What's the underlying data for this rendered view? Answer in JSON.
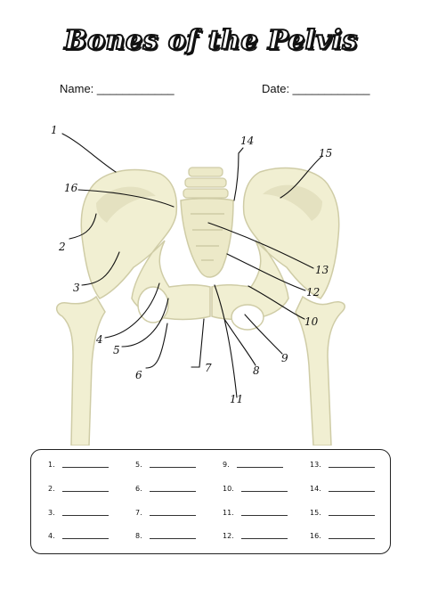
{
  "title": "Bones of the Pelvis",
  "name_label": "Name: ____________",
  "date_label": "Date: ____________",
  "colors": {
    "bone_fill": "#f1efd2",
    "bone_stroke": "#cfcca6",
    "ink": "#111111"
  },
  "callouts": [
    "1",
    "2",
    "3",
    "4",
    "5",
    "6",
    "7",
    "8",
    "9",
    "10",
    "11",
    "12",
    "13",
    "14",
    "15",
    "16"
  ],
  "answers": {
    "col1": [
      "1.",
      "2.",
      "3.",
      "4."
    ],
    "col2": [
      "5.",
      "6.",
      "7.",
      "8."
    ],
    "col3": [
      "9.",
      "10.",
      "11.",
      "12."
    ],
    "col4": [
      "13.",
      "14.",
      "15.",
      "16."
    ]
  }
}
